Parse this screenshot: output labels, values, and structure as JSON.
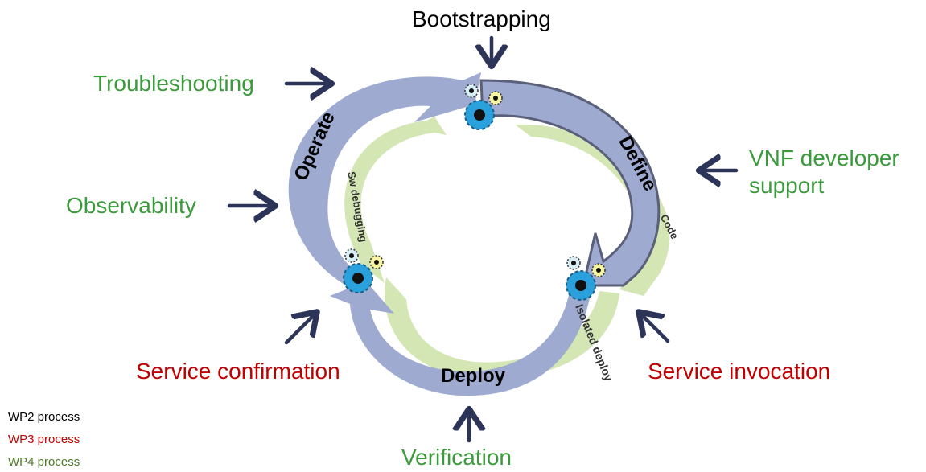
{
  "colors": {
    "wp2": "#000000",
    "wp3": "#c00000",
    "wp4": "#3b9a3b",
    "legend_wp4": "#4f7a28",
    "main_arrow": "#9eaad0",
    "main_arrow_stroke": "#5a5f7a",
    "inner_arrow": "#d3e6b4",
    "arrow_marker": "#2c3458",
    "gear_main": "#2aa0dc",
    "gear_small_a": "#d8eef6",
    "gear_small_b": "#f7f4a2"
  },
  "top": {
    "bootstrapping": "Bootstrapping"
  },
  "wp4_labels": {
    "troubleshooting": "Troubleshooting",
    "observability": "Observability",
    "vnf_support_line1": "VNF developer",
    "vnf_support_line2": "support",
    "verification": "Verification"
  },
  "wp3_labels": {
    "service_confirmation": "Service confirmation",
    "service_invocation": "Service invocation"
  },
  "cycle": {
    "operate": "Operate",
    "define": "Define",
    "deploy": "Deploy",
    "sw_debugging": "Sw debugging",
    "code": "Code",
    "isolated_deploy": "Isolated deploy"
  },
  "legend": {
    "wp2": "WP2 process",
    "wp3": "WP3 process",
    "wp4": "WP4 process"
  },
  "icons": [
    "gear-icon",
    "arrow-icon"
  ]
}
